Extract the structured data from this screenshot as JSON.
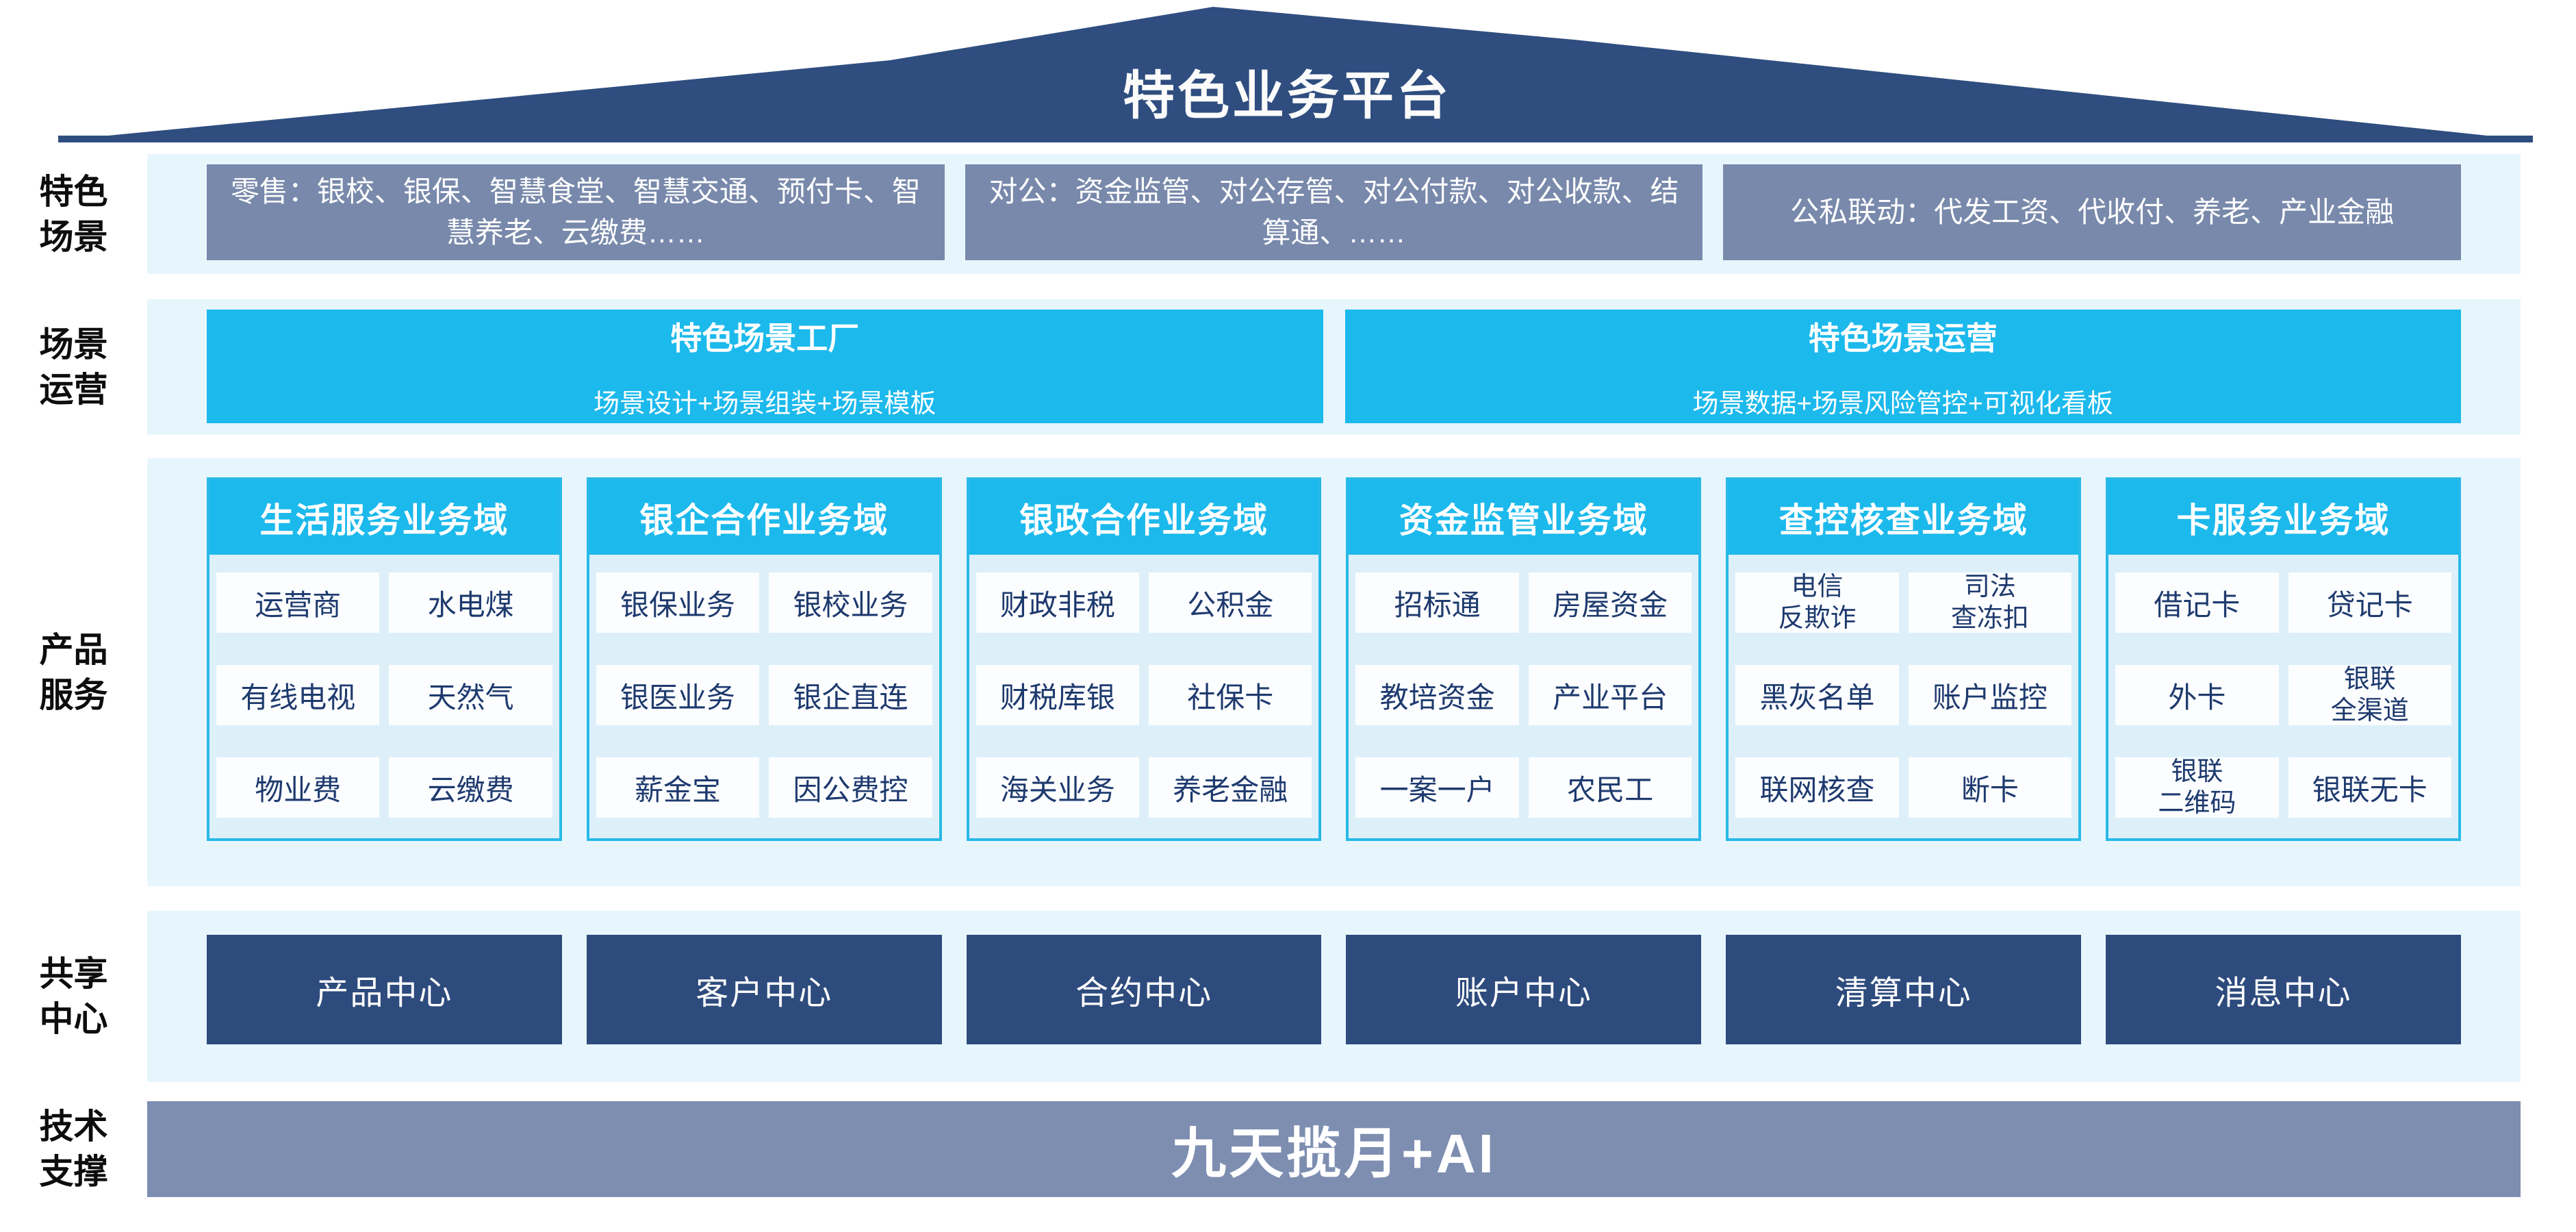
{
  "banner": {
    "title": "特色业务平台"
  },
  "rows": {
    "scenes": {
      "label": "特色场景",
      "boxes": [
        "零售：银校、银保、智慧食堂、智慧交通、预付卡、智慧养老、云缴费……",
        "对公：资金监管、对公存管、对公付款、对公收款、结算通、……",
        "公私联动：代发工资、代收付、养老、产业金融"
      ]
    },
    "operation": {
      "label": "场景运营",
      "boxes": [
        {
          "title": "特色场景工厂",
          "subtitle": "场景设计+场景组装+场景模板"
        },
        {
          "title": "特色场景运营",
          "subtitle": "场景数据+场景风险管控+可视化看板"
        }
      ]
    },
    "products": {
      "label": "产品服务",
      "columns": [
        {
          "header": "生活服务业务域",
          "cells": [
            "运营商",
            "水电煤",
            "有线电视",
            "天然气",
            "物业费",
            "云缴费"
          ]
        },
        {
          "header": "银企合作业务域",
          "cells": [
            "银保业务",
            "银校业务",
            "银医业务",
            "银企直连",
            "薪金宝",
            "因公费控"
          ]
        },
        {
          "header": "银政合作业务域",
          "cells": [
            "财政非税",
            "公积金",
            "财税库银",
            "社保卡",
            "海关业务",
            "养老金融"
          ]
        },
        {
          "header": "资金监管业务域",
          "cells": [
            "招标通",
            "房屋资金",
            "教培资金",
            "产业平台",
            "一案一户",
            "农民工"
          ]
        },
        {
          "header": "查控核查业务域",
          "cells": [
            "电信\n反欺诈",
            "司法\n查冻扣",
            "黑灰名单",
            "账户监控",
            "联网核查",
            "断卡"
          ]
        },
        {
          "header": "卡服务业务域",
          "cells": [
            "借记卡",
            "贷记卡",
            "外卡",
            "银联\n全渠道",
            "银联\n二维码",
            "银联无卡"
          ]
        }
      ]
    },
    "sharing": {
      "label": "共享中心",
      "centers": [
        "产品中心",
        "客户中心",
        "合约中心",
        "账户中心",
        "清算中心",
        "消息中心"
      ]
    },
    "tech": {
      "label": "技术支撑",
      "bar_text": "九天揽月+AI"
    }
  },
  "colors": {
    "roof_navy": "#2f4d7f",
    "dark_box_navy": "#2e4b7d",
    "gray_blue_box": "#7889ab",
    "tech_bar_gray_blue": "#7e8eb1",
    "cyan": "#1cb9ec",
    "cyan_border": "#29b9e8",
    "band_light_blue": "#e7f6fd",
    "column_body_blue": "#ddf0fa",
    "cell_text_navy": "#1e3a6e"
  }
}
